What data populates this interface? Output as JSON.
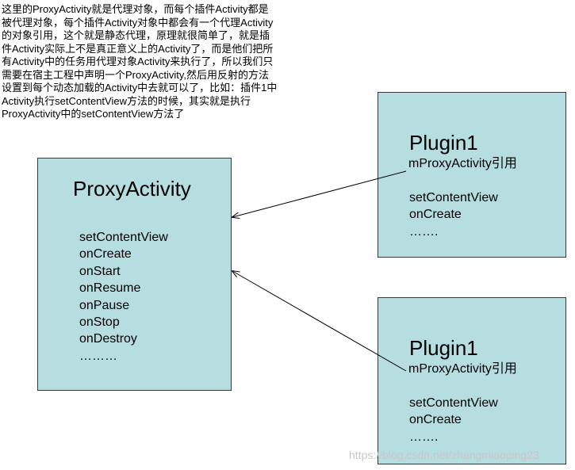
{
  "note": {
    "lines": [
      "这里的ProxyActivity就是代理对象，而每个插件Activity都是",
      "被代理对象，每个插件Activity对象中都会有一个代理Activity",
      "的对象引用，这个就是静态代理，原理就很简单了，就是插",
      "件Activity实际上不是真正意义上的Activity了，而是他们把所",
      "有Activity中的任务用代理对象Activity来执行了，所以我们只",
      "需要在宿主工程中声明一个ProxyActivity,然后用反射的方法",
      "设置到每个动态加载的Activity中去就可以了，比如：插件1中",
      "Activity执行setContentView方法的时候，其实就是执行",
      "ProxyActivity中的setContentView方法了"
    ]
  },
  "proxy": {
    "title": "ProxyActivity",
    "methods": [
      "setContentView",
      "onCreate",
      "onStart",
      "onResume",
      "onPause",
      "onStop",
      "onDestroy",
      "………"
    ]
  },
  "plugins": [
    {
      "title": "Plugin1",
      "ref": "mProxyActivity引用",
      "methods": [
        "setContentView",
        "onCreate",
        "……."
      ]
    },
    {
      "title": "Plugin1",
      "ref": "mProxyActivity引用",
      "methods": [
        "setContentView",
        "onCreate",
        "……."
      ]
    }
  ],
  "watermark": "https://blog.csdn.net/zhangmiaoping23",
  "colors": {
    "box_fill": "#b6dde0",
    "box_border": "#3a3a3a",
    "arrow": "#000000"
  }
}
